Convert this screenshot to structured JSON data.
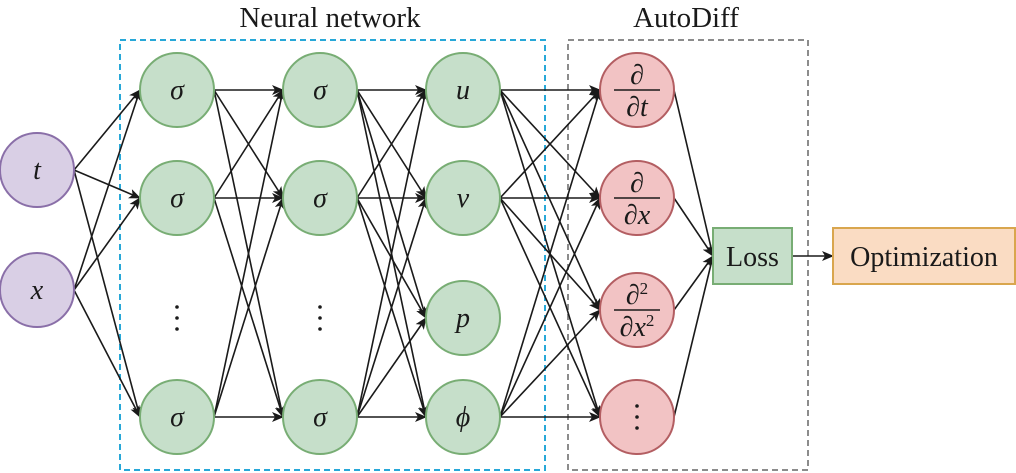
{
  "titles": {
    "neural_network": "Neural network",
    "autodiff": "AutoDiff"
  },
  "colors": {
    "input_fill": "#d9cfe5",
    "input_stroke": "#8a6fa8",
    "hidden_fill": "#c6dfca",
    "hidden_stroke": "#78ad74",
    "deriv_fill": "#f2c3c4",
    "deriv_stroke": "#b35e62",
    "loss_fill": "#c6dfca",
    "loss_stroke": "#78ad74",
    "opt_fill": "#fadcc3",
    "opt_stroke": "#d9a64e",
    "nn_box": "#28a8d8",
    "ad_box": "#8c8c8c",
    "edge": "#1a1a1a"
  },
  "inputs": [
    {
      "id": "t",
      "label": "t"
    },
    {
      "id": "x",
      "label": "x"
    }
  ],
  "hidden_layer_1": [
    {
      "id": "h1a",
      "label": "σ"
    },
    {
      "id": "h1b",
      "label": "σ"
    },
    {
      "id": "h1dots",
      "label": "⋮"
    },
    {
      "id": "h1c",
      "label": "σ"
    }
  ],
  "hidden_layer_2": [
    {
      "id": "h2a",
      "label": "σ"
    },
    {
      "id": "h2b",
      "label": "σ"
    },
    {
      "id": "h2dots",
      "label": "⋮"
    },
    {
      "id": "h2c",
      "label": "σ"
    }
  ],
  "outputs": [
    {
      "id": "u",
      "label": "u"
    },
    {
      "id": "v",
      "label": "v"
    },
    {
      "id": "p",
      "label": "p"
    },
    {
      "id": "phi",
      "label": "ϕ"
    }
  ],
  "derivatives": [
    {
      "id": "dt",
      "num": "∂",
      "den": "∂t"
    },
    {
      "id": "dx",
      "num": "∂",
      "den": "∂x"
    },
    {
      "id": "dxx",
      "num": "∂",
      "num_sup": "2",
      "den": "∂x",
      "den_sup": "2"
    },
    {
      "id": "dmore",
      "label": "⋮"
    }
  ],
  "loss": {
    "label": "Loss"
  },
  "optimization": {
    "label": "Optimization"
  },
  "edges": [
    [
      "t",
      "h1a"
    ],
    [
      "t",
      "h1b"
    ],
    [
      "t",
      "h1c"
    ],
    [
      "x",
      "h1a"
    ],
    [
      "x",
      "h1b"
    ],
    [
      "x",
      "h1c"
    ],
    [
      "h1a",
      "h2a"
    ],
    [
      "h1a",
      "h2b"
    ],
    [
      "h1a",
      "h2c"
    ],
    [
      "h1b",
      "h2a"
    ],
    [
      "h1b",
      "h2b"
    ],
    [
      "h1b",
      "h2c"
    ],
    [
      "h1c",
      "h2a"
    ],
    [
      "h1c",
      "h2b"
    ],
    [
      "h1c",
      "h2c"
    ],
    [
      "h2a",
      "u"
    ],
    [
      "h2a",
      "v"
    ],
    [
      "h2a",
      "p"
    ],
    [
      "h2a",
      "phi"
    ],
    [
      "h2b",
      "u"
    ],
    [
      "h2b",
      "v"
    ],
    [
      "h2b",
      "p"
    ],
    [
      "h2b",
      "phi"
    ],
    [
      "h2c",
      "u"
    ],
    [
      "h2c",
      "v"
    ],
    [
      "h2c",
      "p"
    ],
    [
      "h2c",
      "phi"
    ],
    [
      "u",
      "dt"
    ],
    [
      "u",
      "dx"
    ],
    [
      "u",
      "dxx"
    ],
    [
      "u",
      "dmore"
    ],
    [
      "v",
      "dt"
    ],
    [
      "v",
      "dx"
    ],
    [
      "v",
      "dxx"
    ],
    [
      "v",
      "dmore"
    ],
    [
      "phi",
      "dt"
    ],
    [
      "phi",
      "dx"
    ],
    [
      "phi",
      "dxx"
    ],
    [
      "phi",
      "dmore"
    ],
    [
      "dt",
      "loss"
    ],
    [
      "dx",
      "loss"
    ],
    [
      "dxx",
      "loss"
    ],
    [
      "dmore",
      "loss"
    ],
    [
      "loss",
      "optimization"
    ]
  ]
}
